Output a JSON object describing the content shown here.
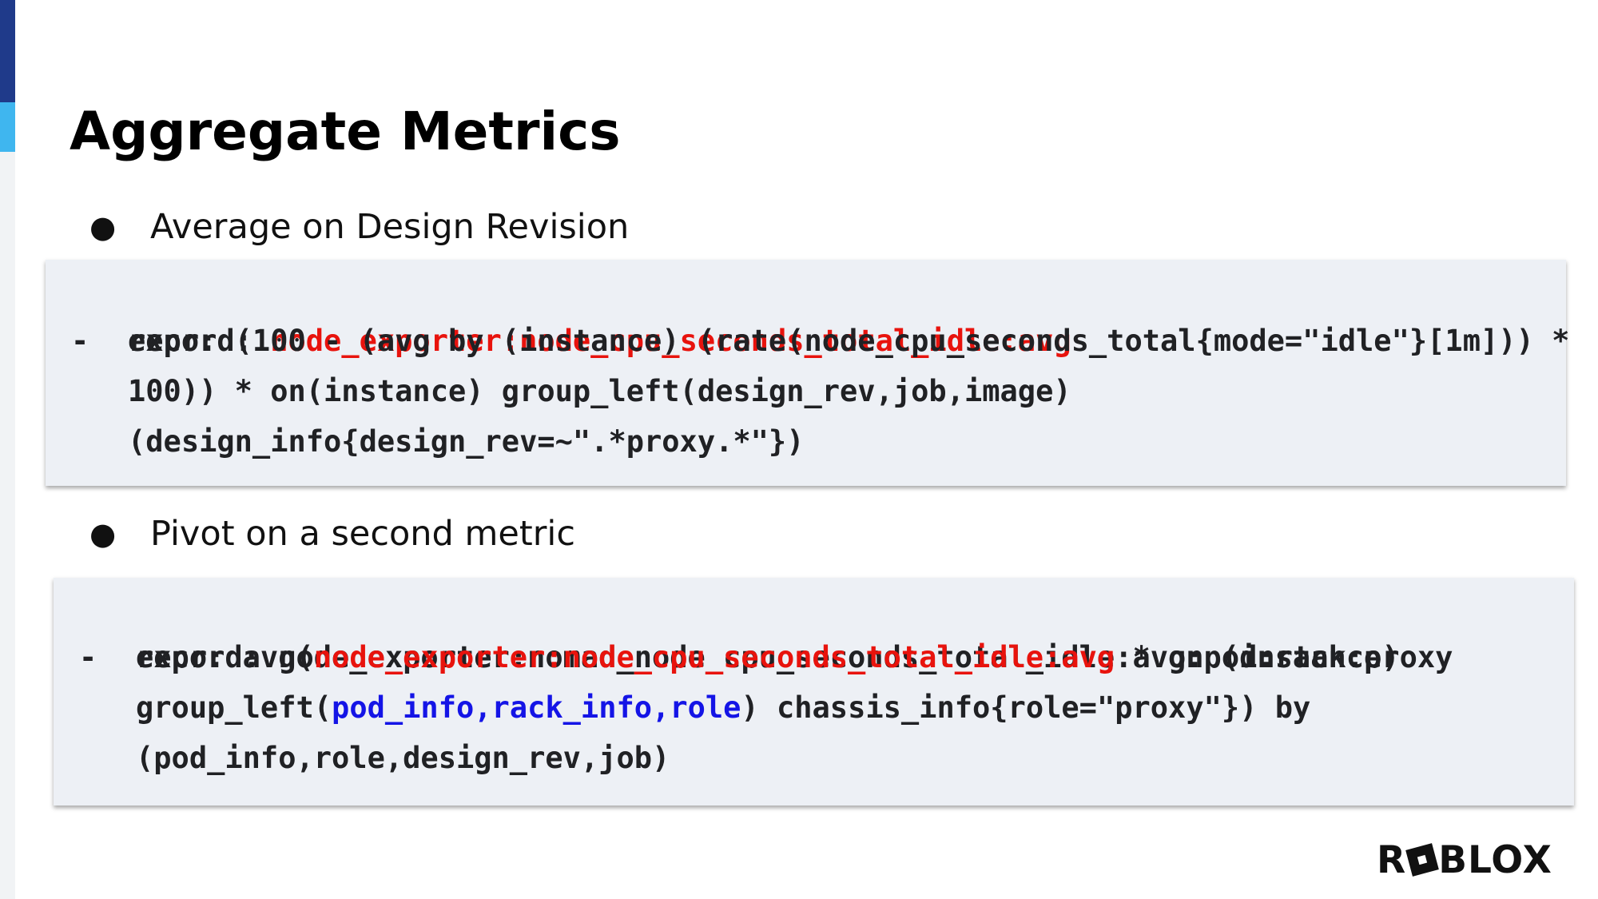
{
  "slide": {
    "title": "Aggregate Metrics"
  },
  "bullets": [
    {
      "marker": "●",
      "text": "Average on Design Revision"
    },
    {
      "marker": "●",
      "text": "Pivot on a second metric"
    }
  ],
  "code_block_1": {
    "dash": "-",
    "record_label": "record: ",
    "record_value": "node_exporter:node_cpu_seconds_total_idle:avg",
    "expr_line_1": "expr: (100 - (avg by (instance) (rate(node_cpu_seconds_total{mode=\"idle\"}[1m])) *",
    "expr_line_2": "100)) * on(instance) group_left(design_rev,job,image)",
    "expr_line_3": "(design_info{design_rev=~\".*proxy.*\"})"
  },
  "code_block_2": {
    "dash": "-",
    "record_line": "record: node_exporter:nomad_node_cpu_seconds_total_idle:avg:pod:rack:proxy",
    "expr_prefix": "expr: avg(",
    "expr_metric": "node_exporter:node_cpu_seconds_total_idle:avg",
    "expr_suffix": " * on (instance)",
    "group_left_prefix": "group_left(",
    "label_pod": "pod_info",
    "comma_1": ",",
    "label_rack": "rack_info",
    "comma_2": ",",
    "label_role": "role",
    "group_left_suffix": ") chassis_info{role=\"proxy\"}) by",
    "by_line": "(pod_info,role,design_rev,job)"
  },
  "logo": {
    "text_r": "R",
    "text_rest": "BLOX",
    "full_text": "ROBLOX"
  },
  "colors": {
    "accent_dark": "#1f3a8a",
    "accent_light": "#3fb6ef",
    "code_bg": "#edf0f5",
    "highlight_red": "#e8130d",
    "highlight_blue": "#1414e6"
  }
}
